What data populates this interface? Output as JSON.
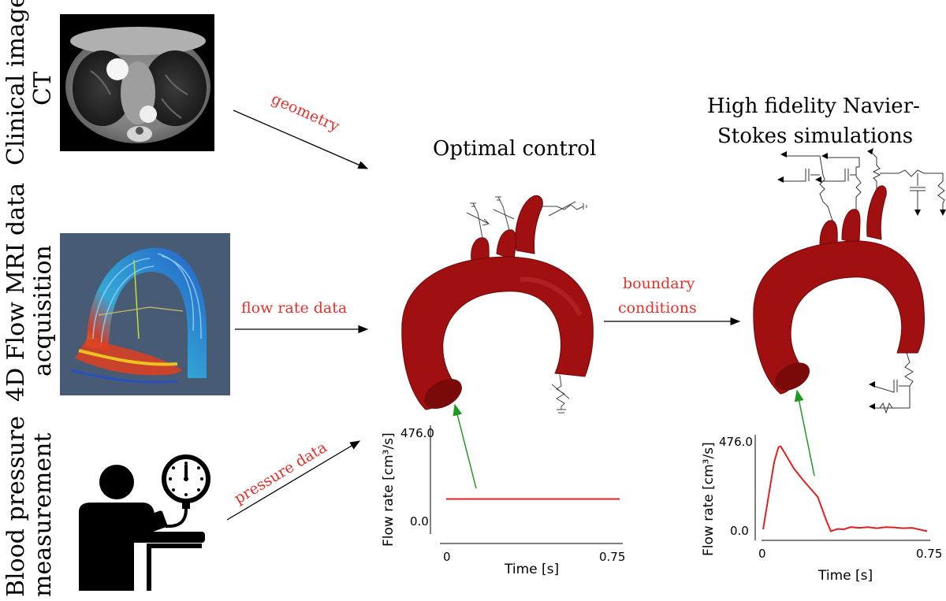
{
  "side_labels": {
    "clinical_line1": "Clinical image:",
    "clinical_line2": "CT",
    "mri_line1": "4D Flow MRI data",
    "mri_line2": "acquisition",
    "bp_line1": "Blood pressure",
    "bp_line2": "measurement"
  },
  "arrow_labels": {
    "geometry": "geometry",
    "flow_rate_data": "flow rate data",
    "pressure_data": "pressure data",
    "boundary_line1": "boundary",
    "boundary_line2": "conditions"
  },
  "titles": {
    "optimal_control": "Optimal control",
    "hifi_line1": "High fidelity Navier-",
    "hifi_line2": "Stokes simulations"
  },
  "colors": {
    "aorta": "#a01010",
    "annotation_red": "#e8302a",
    "green_arrow": "#1f9a1f",
    "curve_red": "#e02020"
  },
  "chart_data": [
    {
      "type": "line",
      "xlabel": "Time [s]",
      "ylabel": "Flow rate [cm³/s]",
      "x_ticks": [
        "0",
        "0.75"
      ],
      "y_ticks": [
        "0.0",
        "476.0"
      ],
      "xlim": [
        0,
        0.75
      ],
      "ylim": [
        0,
        476.0
      ],
      "series": [
        {
          "x": [
            0,
            0.75
          ],
          "y": [
            119,
            119
          ]
        }
      ]
    },
    {
      "type": "line",
      "xlabel": "Time [s]",
      "ylabel": "Flow rate [cm³/s]",
      "x_ticks": [
        "0",
        "0.75"
      ],
      "y_ticks": [
        "0.0",
        "476.0"
      ],
      "xlim": [
        0,
        0.75
      ],
      "ylim": [
        0,
        476.0
      ],
      "series": [
        {
          "x": [
            0,
            0.05,
            0.07,
            0.08,
            0.1,
            0.14,
            0.18,
            0.22,
            0.25,
            0.27,
            0.29,
            0.31,
            0.34,
            0.37,
            0.4,
            0.44,
            0.48,
            0.52,
            0.56,
            0.6,
            0.64,
            0.68,
            0.72,
            0.75
          ],
          "y": [
            0,
            360,
            443,
            448,
            410,
            330,
            270,
            215,
            175,
            110,
            45,
            -10,
            2,
            0,
            12,
            8,
            12,
            6,
            12,
            10,
            6,
            8,
            -2,
            -10
          ]
        }
      ]
    }
  ]
}
